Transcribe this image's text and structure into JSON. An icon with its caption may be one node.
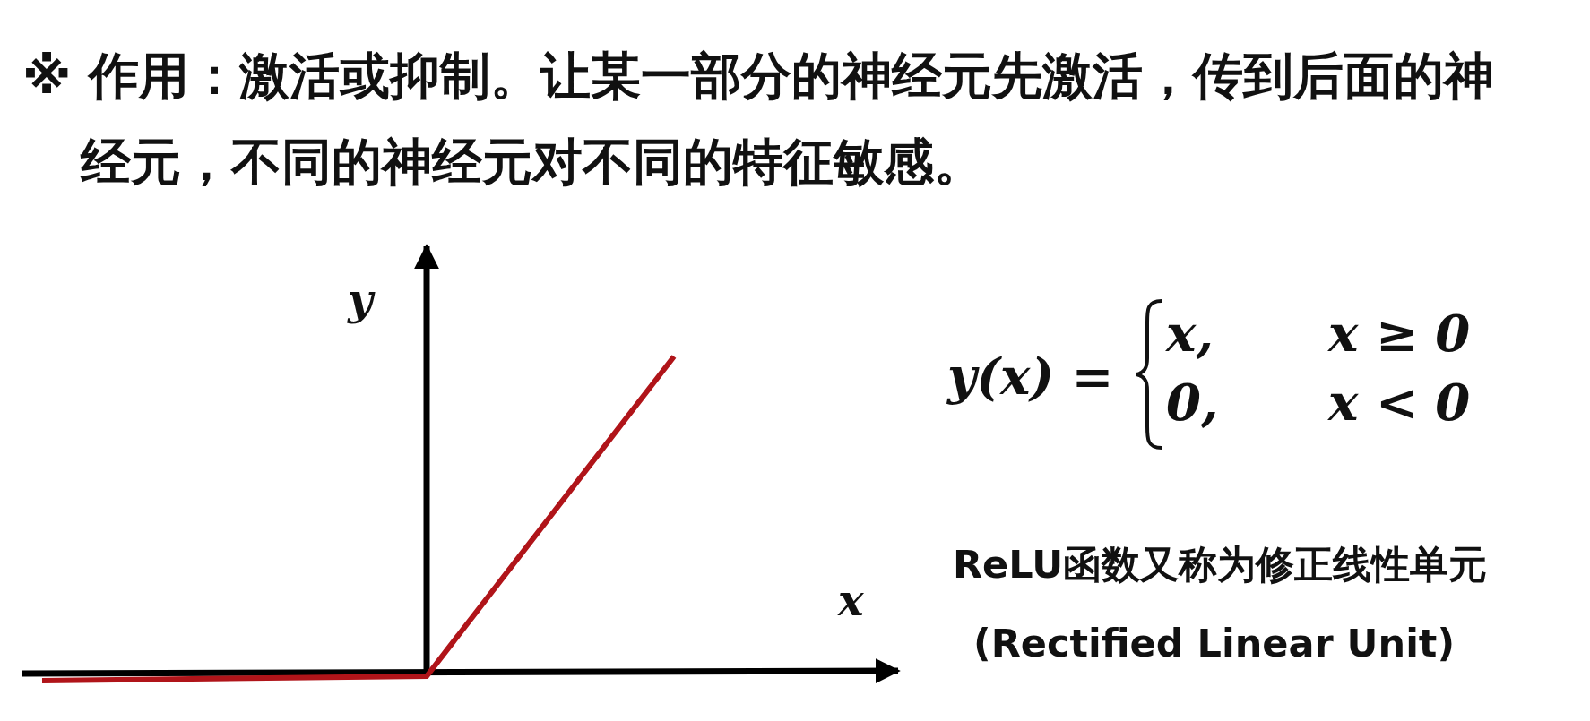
{
  "diagram": {
    "title": "※ 作用：激活或抑制。让某一部分的神经元先激活，传到后面的神经元，不同的神经元对不同的特征敏感。",
    "labels": [
      "y",
      "x",
      "y(x) =",
      "x,",
      "x ≥ 0",
      "0,",
      "x < 0",
      "ReLU函数又称为修正线性单元",
      "(Rectified Linear Unit)"
    ]
  }
}
